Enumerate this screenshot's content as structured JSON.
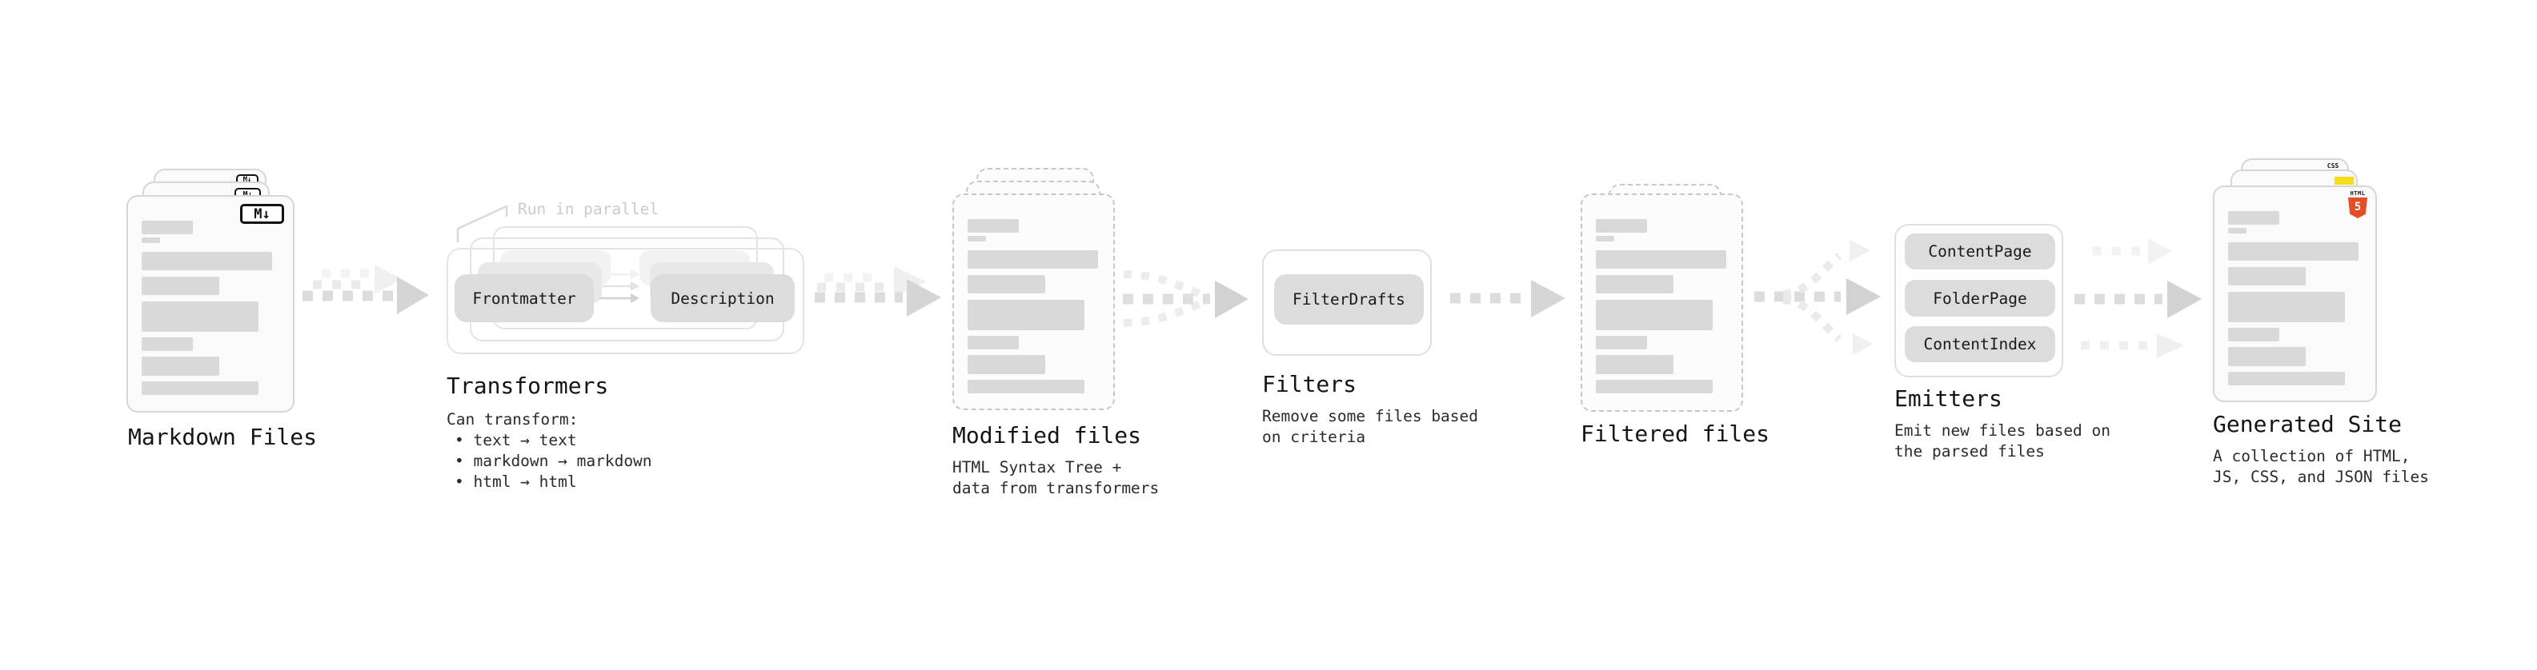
{
  "nodes": {
    "markdown_files": {
      "label": "Markdown Files",
      "file_badge": "M↓"
    },
    "transformers": {
      "label": "Transformers",
      "parallel_note": "Run in parallel",
      "plugins": [
        "Frontmatter",
        "Description"
      ],
      "caption_title": "Can transform:",
      "caption_items": [
        "• text → text",
        "• markdown → markdown",
        "• html → html"
      ]
    },
    "modified_files": {
      "label": "Modified files",
      "caption_line1": "HTML Syntax Tree +",
      "caption_line2": "data from transformers"
    },
    "filters": {
      "label": "Filters",
      "plugins": [
        "FilterDrafts"
      ],
      "caption_line1": "Remove some files based",
      "caption_line2": "on criteria"
    },
    "filtered_files": {
      "label": "Filtered files"
    },
    "emitters": {
      "label": "Emitters",
      "plugins": [
        "ContentPage",
        "FolderPage",
        "ContentIndex"
      ],
      "caption_line1": "Emit new files based on",
      "caption_line2": "the parsed files"
    },
    "generated_site": {
      "label": "Generated Site",
      "caption_line1": "A collection of HTML,",
      "caption_line2": "JS, CSS, and JSON files",
      "html5_badge_top": "HTML",
      "html5_badge_number": "5",
      "css_badge": "CSS"
    }
  },
  "colors": {
    "html5_orange": "#e44d26",
    "js_yellow": "#f5de19",
    "css_blue": "#2962e8",
    "placeholder_bar": "#d9d9d9",
    "arrow_dark": "#d2d2d2",
    "arrow_light": "#efefef"
  }
}
